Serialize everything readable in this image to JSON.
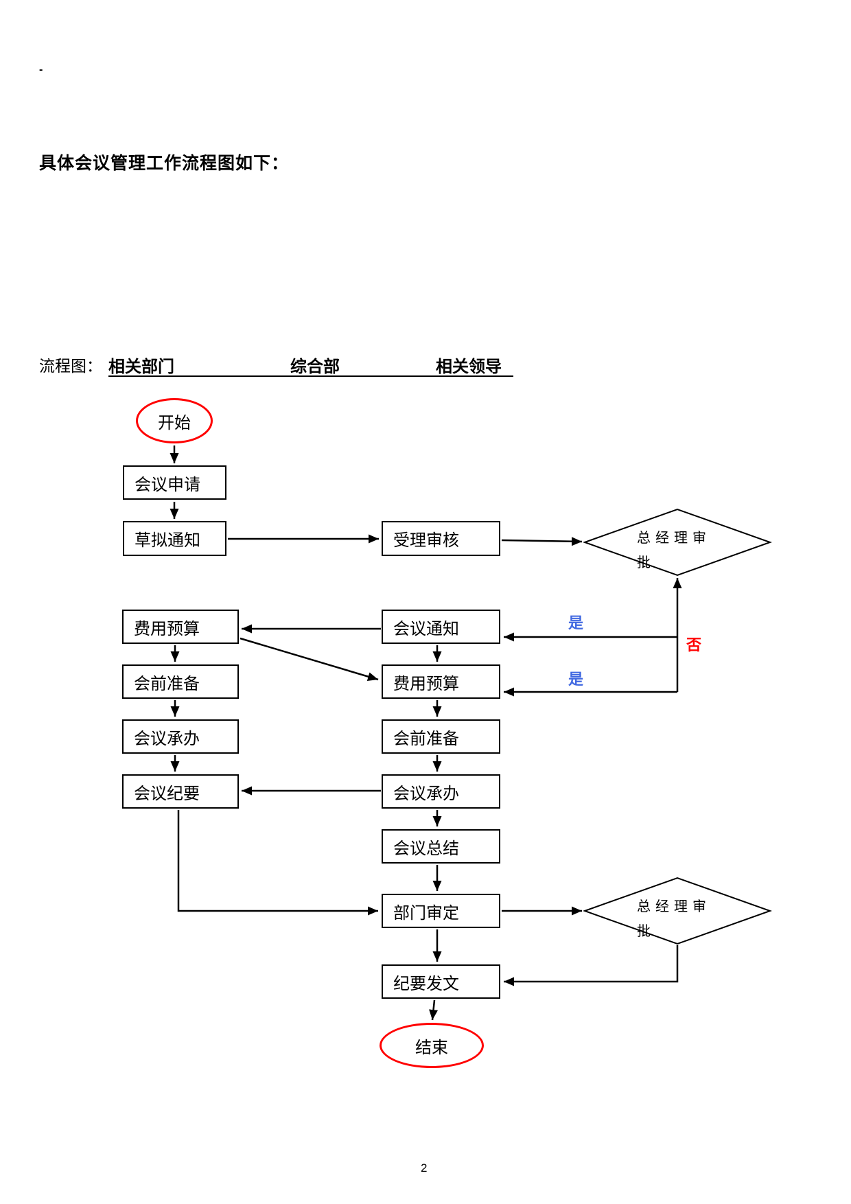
{
  "document": {
    "stray_dash": "-",
    "heading": "具体会议管理工作流程图如下：",
    "caption": {
      "prefix": "流程图：",
      "lane1": "相关部门",
      "lane2": "综合部",
      "lane3": "相关领导"
    },
    "page_number": "2"
  },
  "flowchart": {
    "start_label": "开始",
    "end_label": "结束",
    "top_boxes": [
      "会议申请",
      "草拟通知"
    ],
    "review_box": "受理审核",
    "left_col": [
      "费用预算",
      "会前准备",
      "会议承办",
      "会议纪要"
    ],
    "mid_col": [
      "会议通知",
      "费用预算",
      "会前准备",
      "会议承办",
      "会议总结",
      "部门审定",
      "纪要发文"
    ],
    "diamond1_label": "总经理审批",
    "diamond2_label": "总经理审批",
    "decision_labels": {
      "yes1": "是",
      "yes2": "是",
      "no": "否"
    },
    "colors": {
      "terminator_border": "#FF0000",
      "yes_label": "#4169E1",
      "no_label": "#FF0000",
      "line": "#000000"
    }
  }
}
